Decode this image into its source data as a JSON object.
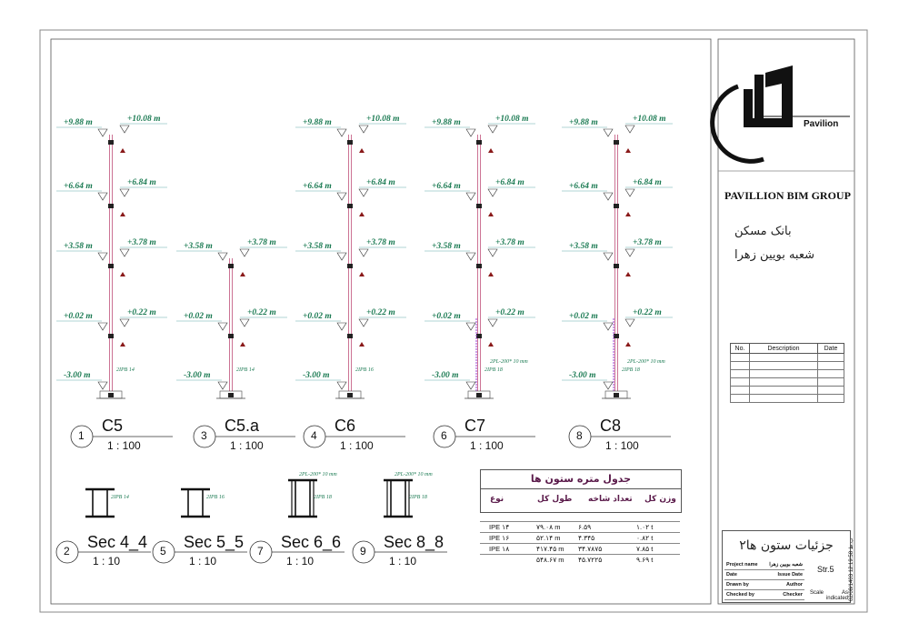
{
  "company": {
    "name": "PAVILLION BIM GROUP",
    "logo_text": "Pavilion",
    "project_line1": "بانک مسکن",
    "project_line2": "شعبه بویین زهرا"
  },
  "revision_table": {
    "headers": [
      "No.",
      "Description",
      "Date"
    ],
    "rows": 6
  },
  "title_block": {
    "sheet_title": "جزئیات ستون ها۲",
    "rows": [
      {
        "label": "Project name",
        "value": "شعبه بویین زهرا"
      },
      {
        "label": "Date",
        "value": "Issue Date"
      },
      {
        "label": "Drawn by",
        "value": "Author"
      },
      {
        "label": "Checked by",
        "value": "Checker"
      }
    ],
    "sheet_number": "Str.5",
    "scale_label": "Scale",
    "scale_value": "As indicated",
    "vertical_stamp": "02/08/1403 12:19:58 ب.ظ"
  },
  "levels": {
    "left": [
      "+9.88  m",
      "+6.64  m",
      "+3.58  m",
      "+0.02  m",
      "-3.00  m"
    ],
    "right": [
      "+10.08  m",
      "+6.84  m",
      "+3.78  m",
      "+0.22  m"
    ]
  },
  "columns": [
    {
      "num": "1",
      "name": "C5",
      "scale": "1 : 100",
      "profile": "2IPB 14",
      "plate": ""
    },
    {
      "num": "3",
      "name": "C5.a",
      "scale": "1 : 100",
      "profile": "2IPB 14",
      "plate": ""
    },
    {
      "num": "4",
      "name": "C6",
      "scale": "1 : 100",
      "profile": "2IPB 16",
      "plate": ""
    },
    {
      "num": "6",
      "name": "C7",
      "scale": "1 : 100",
      "profile": "2IPB 18",
      "plate": "2PL-200* 10 mm"
    },
    {
      "num": "8",
      "name": "C8",
      "scale": "1 : 100",
      "profile": "2IPB 18",
      "plate": "2PL-200* 10 mm"
    }
  ],
  "sections": [
    {
      "num": "2",
      "name": "Sec 4_4",
      "scale": "1 : 10",
      "profile": "2IPB 14",
      "plate": ""
    },
    {
      "num": "5",
      "name": "Sec 5_5",
      "scale": "1 : 10",
      "profile": "2IPB 16",
      "plate": ""
    },
    {
      "num": "7",
      "name": "Sec 6_6",
      "scale": "1 : 10",
      "profile": "2IPB 18",
      "plate": "2PL-200* 10 mm"
    },
    {
      "num": "9",
      "name": "Sec 8_8",
      "scale": "1 : 10",
      "profile": "2IPB 18",
      "plate": "2PL-200* 10 mm"
    }
  ],
  "schedule": {
    "title": "جدول متره ستون ها",
    "headers": [
      "وزن کل",
      "تعداد شاخه",
      "طول کل",
      "نوع"
    ],
    "rows": [
      {
        "weight": "۱.۰۲  t",
        "count": "۶.۵۹",
        "length": "۷۹.۰۸   m",
        "type": "IPE ۱۴"
      },
      {
        "weight": "۰.۸۲  t",
        "count": "۴.۳۴۵",
        "length": "۵۲.۱۴   m",
        "type": "IPE ۱۶"
      },
      {
        "weight": "۷.۸۵  t",
        "count": "۳۴.۷۸۷۵",
        "length": "۴۱۷.۴۵   m",
        "type": "IPE ۱۸"
      },
      {
        "weight": "۹.۶۹  t",
        "count": "۴۵.۷۲۲۵",
        "length": "۵۴۸.۶۷   m",
        "type": ""
      }
    ]
  },
  "colors": {
    "level_text": "#1a7a52",
    "column_line": "#c0507a",
    "marker": "#8a1a1a",
    "purple_accent": "#9b3fd6"
  }
}
